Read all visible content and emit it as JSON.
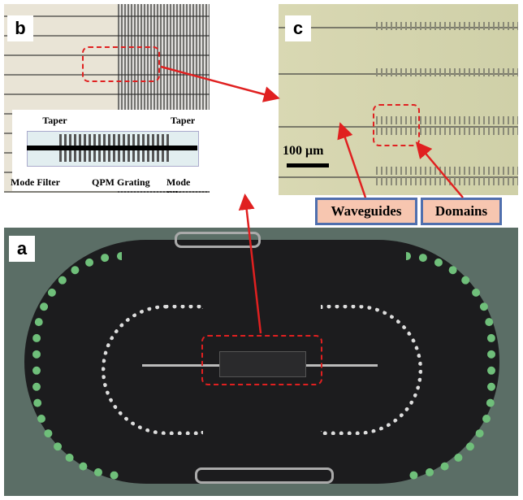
{
  "panels": {
    "b": {
      "label": "b",
      "inset": {
        "taper_left": "Taper",
        "taper_right": "Taper",
        "mode_filter_left": "Mode Filter",
        "qpm_grating": "QPM Grating",
        "mode_filter_right": "Mode Filter"
      }
    },
    "c": {
      "label": "c",
      "scale_bar": "100 μm",
      "callouts": {
        "waveguides": "Waveguides",
        "domains": "Domains"
      }
    },
    "a": {
      "label": "a"
    }
  },
  "colors": {
    "highlight": "#e02020",
    "callout_fill": "#f7c6b0",
    "callout_border": "#4f6fae"
  }
}
